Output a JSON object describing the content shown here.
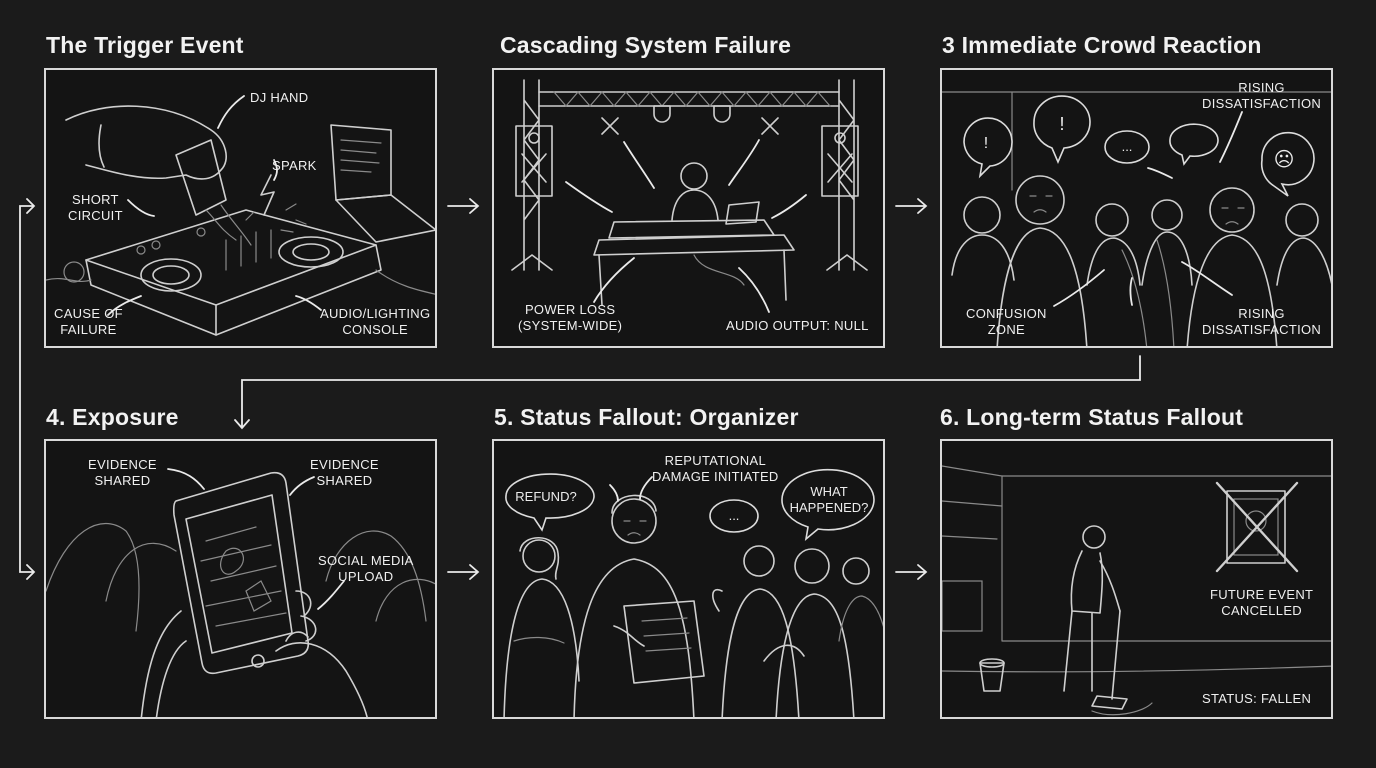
{
  "panels": [
    {
      "title": "The Trigger Event",
      "labels": {
        "dj_hand": "DJ HAND",
        "spark": "SPARK",
        "short_circuit": "SHORT\nCIRCUIT",
        "cause_of_failure": "CAUSE OF\nFAILURE",
        "console": "AUDIO/LIGHTING\nCONSOLE"
      }
    },
    {
      "title": "Cascading System Failure",
      "labels": {
        "power_loss": "POWER LOSS\n(SYSTEM-WIDE)",
        "audio_output": "AUDIO OUTPUT: NULL"
      }
    },
    {
      "title": "3 Immediate Crowd Reaction",
      "labels": {
        "rising_top": "RISING\nDISSATISFACTION",
        "confusion_zone": "CONFUSION\nZONE",
        "rising_bottom": "RISING\nDISSATISFACTION"
      },
      "bubbles": [
        "!",
        "!",
        "...",
        "",
        "☹"
      ]
    },
    {
      "title": "4. Exposure",
      "labels": {
        "evidence_left": "EVIDENCE\nSHARED",
        "evidence_right": "EVIDENCE\nSHARED",
        "social_upload": "SOCIAL MEDIA\nUPLOAD"
      }
    },
    {
      "title": "5. Status Fallout: Organizer",
      "labels": {
        "reputational": "REPUTATIONAL\nDAMAGE INITIATED"
      },
      "bubbles": {
        "refund": "REFUND?",
        "dots": "...",
        "what_happened": "WHAT\nHAPPENED?"
      }
    },
    {
      "title": "6. Long-term Status Fallout",
      "labels": {
        "future_event": "FUTURE EVENT\nCANCELLED",
        "status": "STATUS: FALLEN"
      }
    }
  ],
  "colors": {
    "background": "#1b1b1b",
    "panel_fill": "#141414",
    "stroke": "#d9d9d9"
  }
}
